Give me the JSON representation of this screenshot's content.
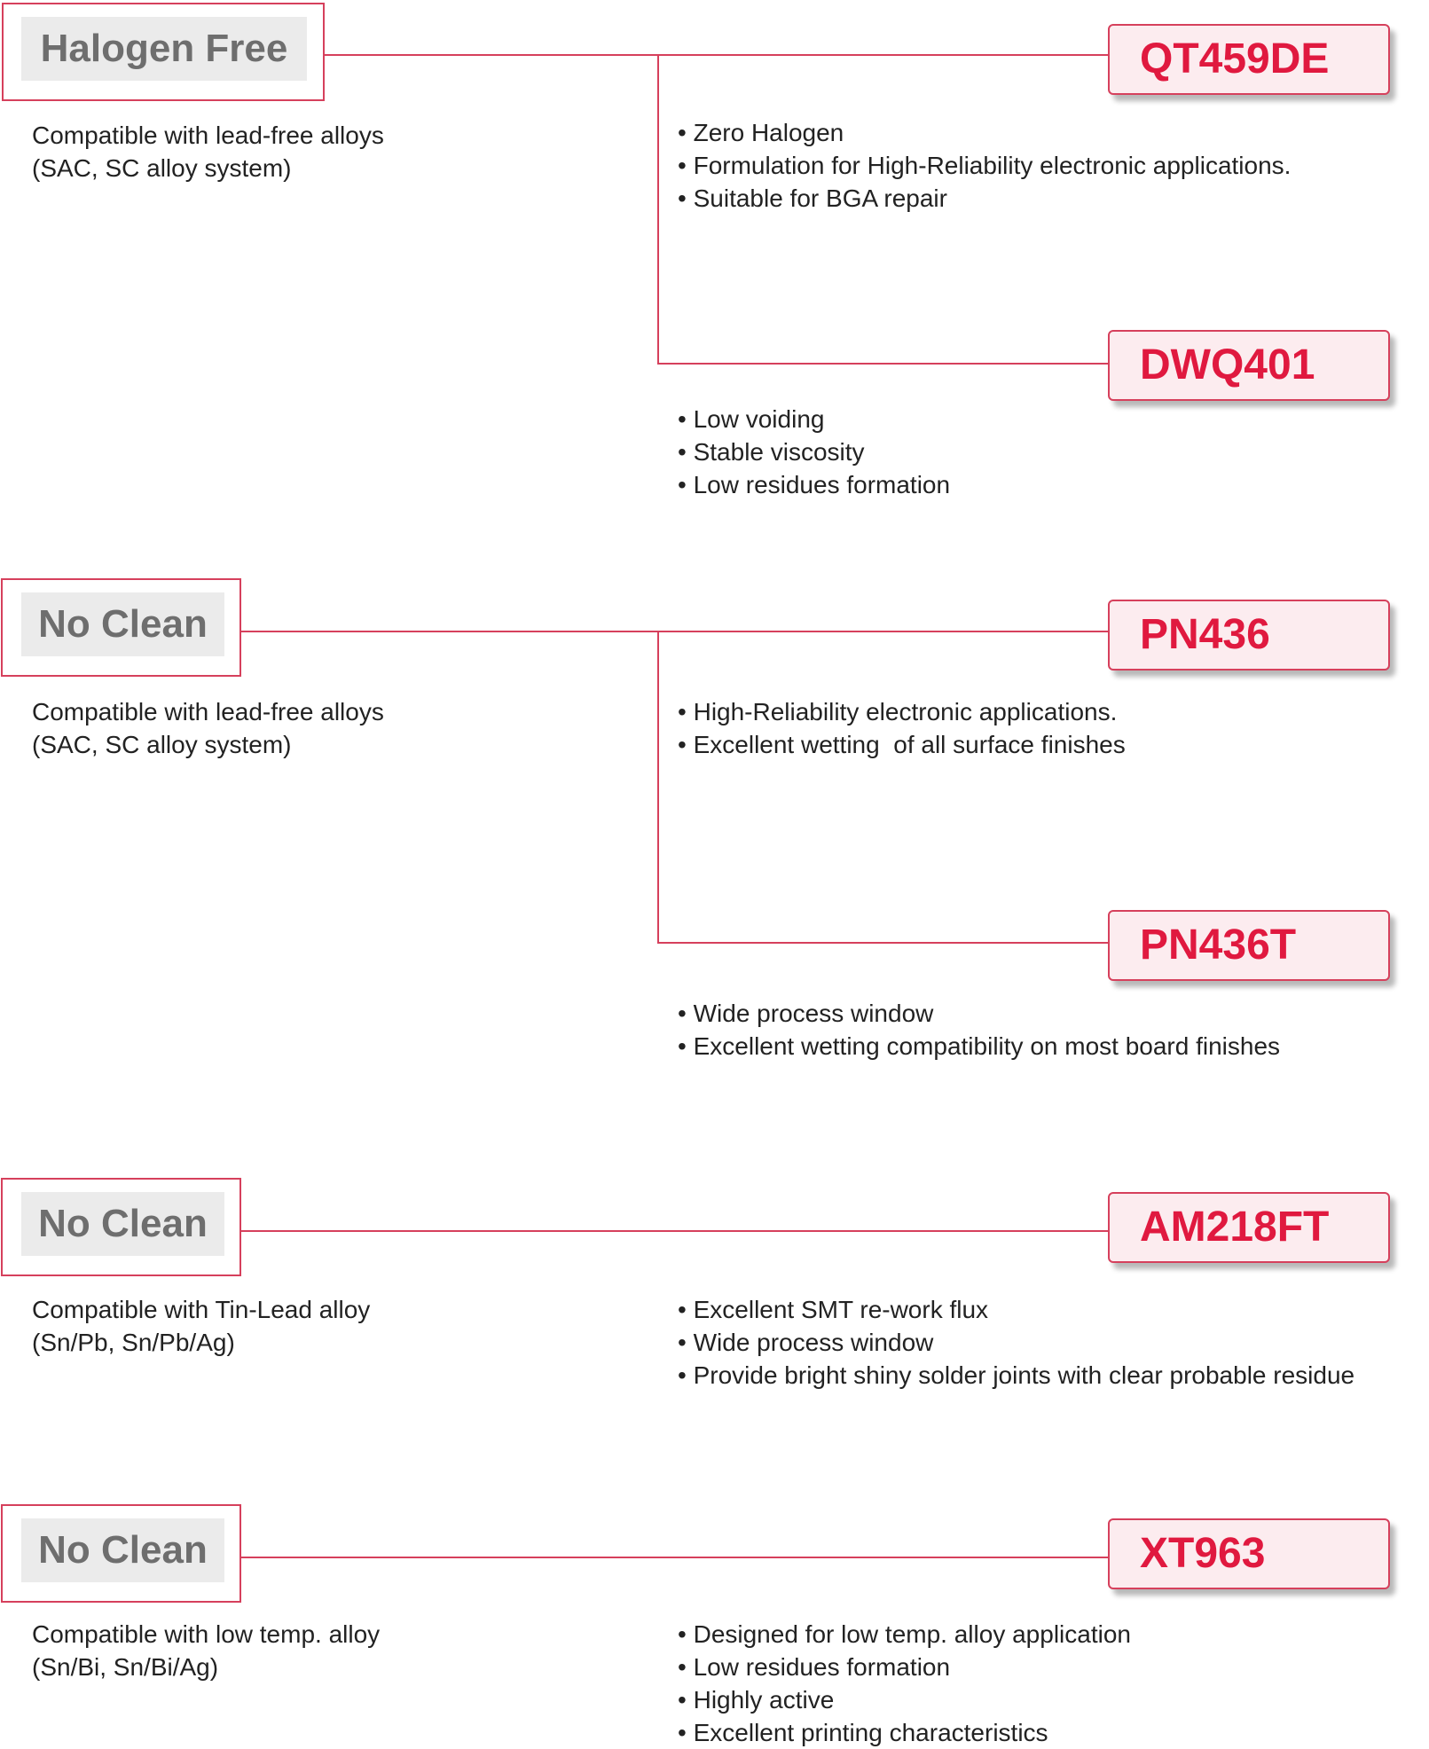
{
  "sections": [
    {
      "category": "Halogen Free",
      "desc": [
        "Compatible with lead-free alloys",
        "(SAC, SC alloy system)"
      ],
      "products": [
        {
          "name": "QT459DE",
          "features": [
            "Zero Halogen",
            "Formulation for High-Reliability electronic applications.",
            "Suitable for BGA repair"
          ]
        },
        {
          "name": "DWQ401",
          "features": [
            "Low voiding",
            "Stable viscosity",
            "Low residues formation"
          ]
        }
      ]
    },
    {
      "category": "No Clean",
      "desc": [
        "Compatible with lead-free alloys",
        "(SAC, SC alloy system)"
      ],
      "products": [
        {
          "name": "PN436",
          "features": [
            "High-Reliability electronic applications.",
            "Excellent wetting  of all surface finishes"
          ]
        },
        {
          "name": "PN436T",
          "features": [
            "Wide process window",
            "Excellent wetting compatibility on most board finishes"
          ]
        }
      ]
    },
    {
      "category": "No Clean",
      "desc": [
        "Compatible with Tin-Lead alloy",
        "(Sn/Pb, Sn/Pb/Ag)"
      ],
      "products": [
        {
          "name": "AM218FT",
          "features": [
            "Excellent SMT re-work flux",
            "Wide process window",
            "Provide bright shiny solder joints with clear probable residue"
          ]
        }
      ]
    },
    {
      "category": "No Clean",
      "desc": [
        "Compatible with low temp. alloy",
        "(Sn/Bi, Sn/Bi/Ag)"
      ],
      "products": [
        {
          "name": "XT963",
          "features": [
            "Designed for low temp. alloy application",
            "Low residues formation",
            "Highly active",
            "Excellent printing characteristics"
          ]
        }
      ]
    }
  ],
  "colors": {
    "accent": "#d6405c",
    "product_text": "#e0193f",
    "product_fill": "#fcecef",
    "category_fill": "#ebebeb",
    "category_text": "#6e6e6e"
  }
}
